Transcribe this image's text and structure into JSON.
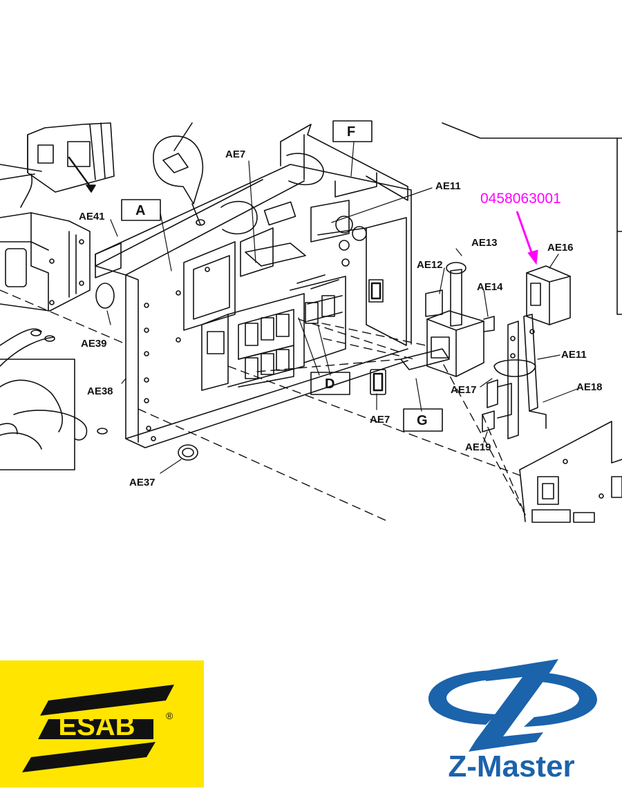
{
  "diagram": {
    "labels": {
      "ae7_top": "AE7",
      "ae11_top": "AE11",
      "ae41": "AE41",
      "ae13": "AE13",
      "ae12": "AE12",
      "ae16": "AE16",
      "ae14": "AE14",
      "ae11_right": "AE11",
      "ae39": "AE39",
      "ae38": "AE38",
      "ae17": "AE17",
      "ae18": "AE18",
      "ae7_bottom": "AE7",
      "ae19": "AE19",
      "ae37": "AE37"
    },
    "boxes": {
      "a": "A",
      "f": "F",
      "d": "D",
      "g": "G"
    },
    "highlight": {
      "part_number": "0458063001",
      "color": "#ff00ff"
    }
  },
  "logos": {
    "esab": {
      "text": "ESAB",
      "registered": "®",
      "bg_color": "#ffe500"
    },
    "zmaster": {
      "text": "Z-Master",
      "color": "#1b63ab"
    }
  }
}
